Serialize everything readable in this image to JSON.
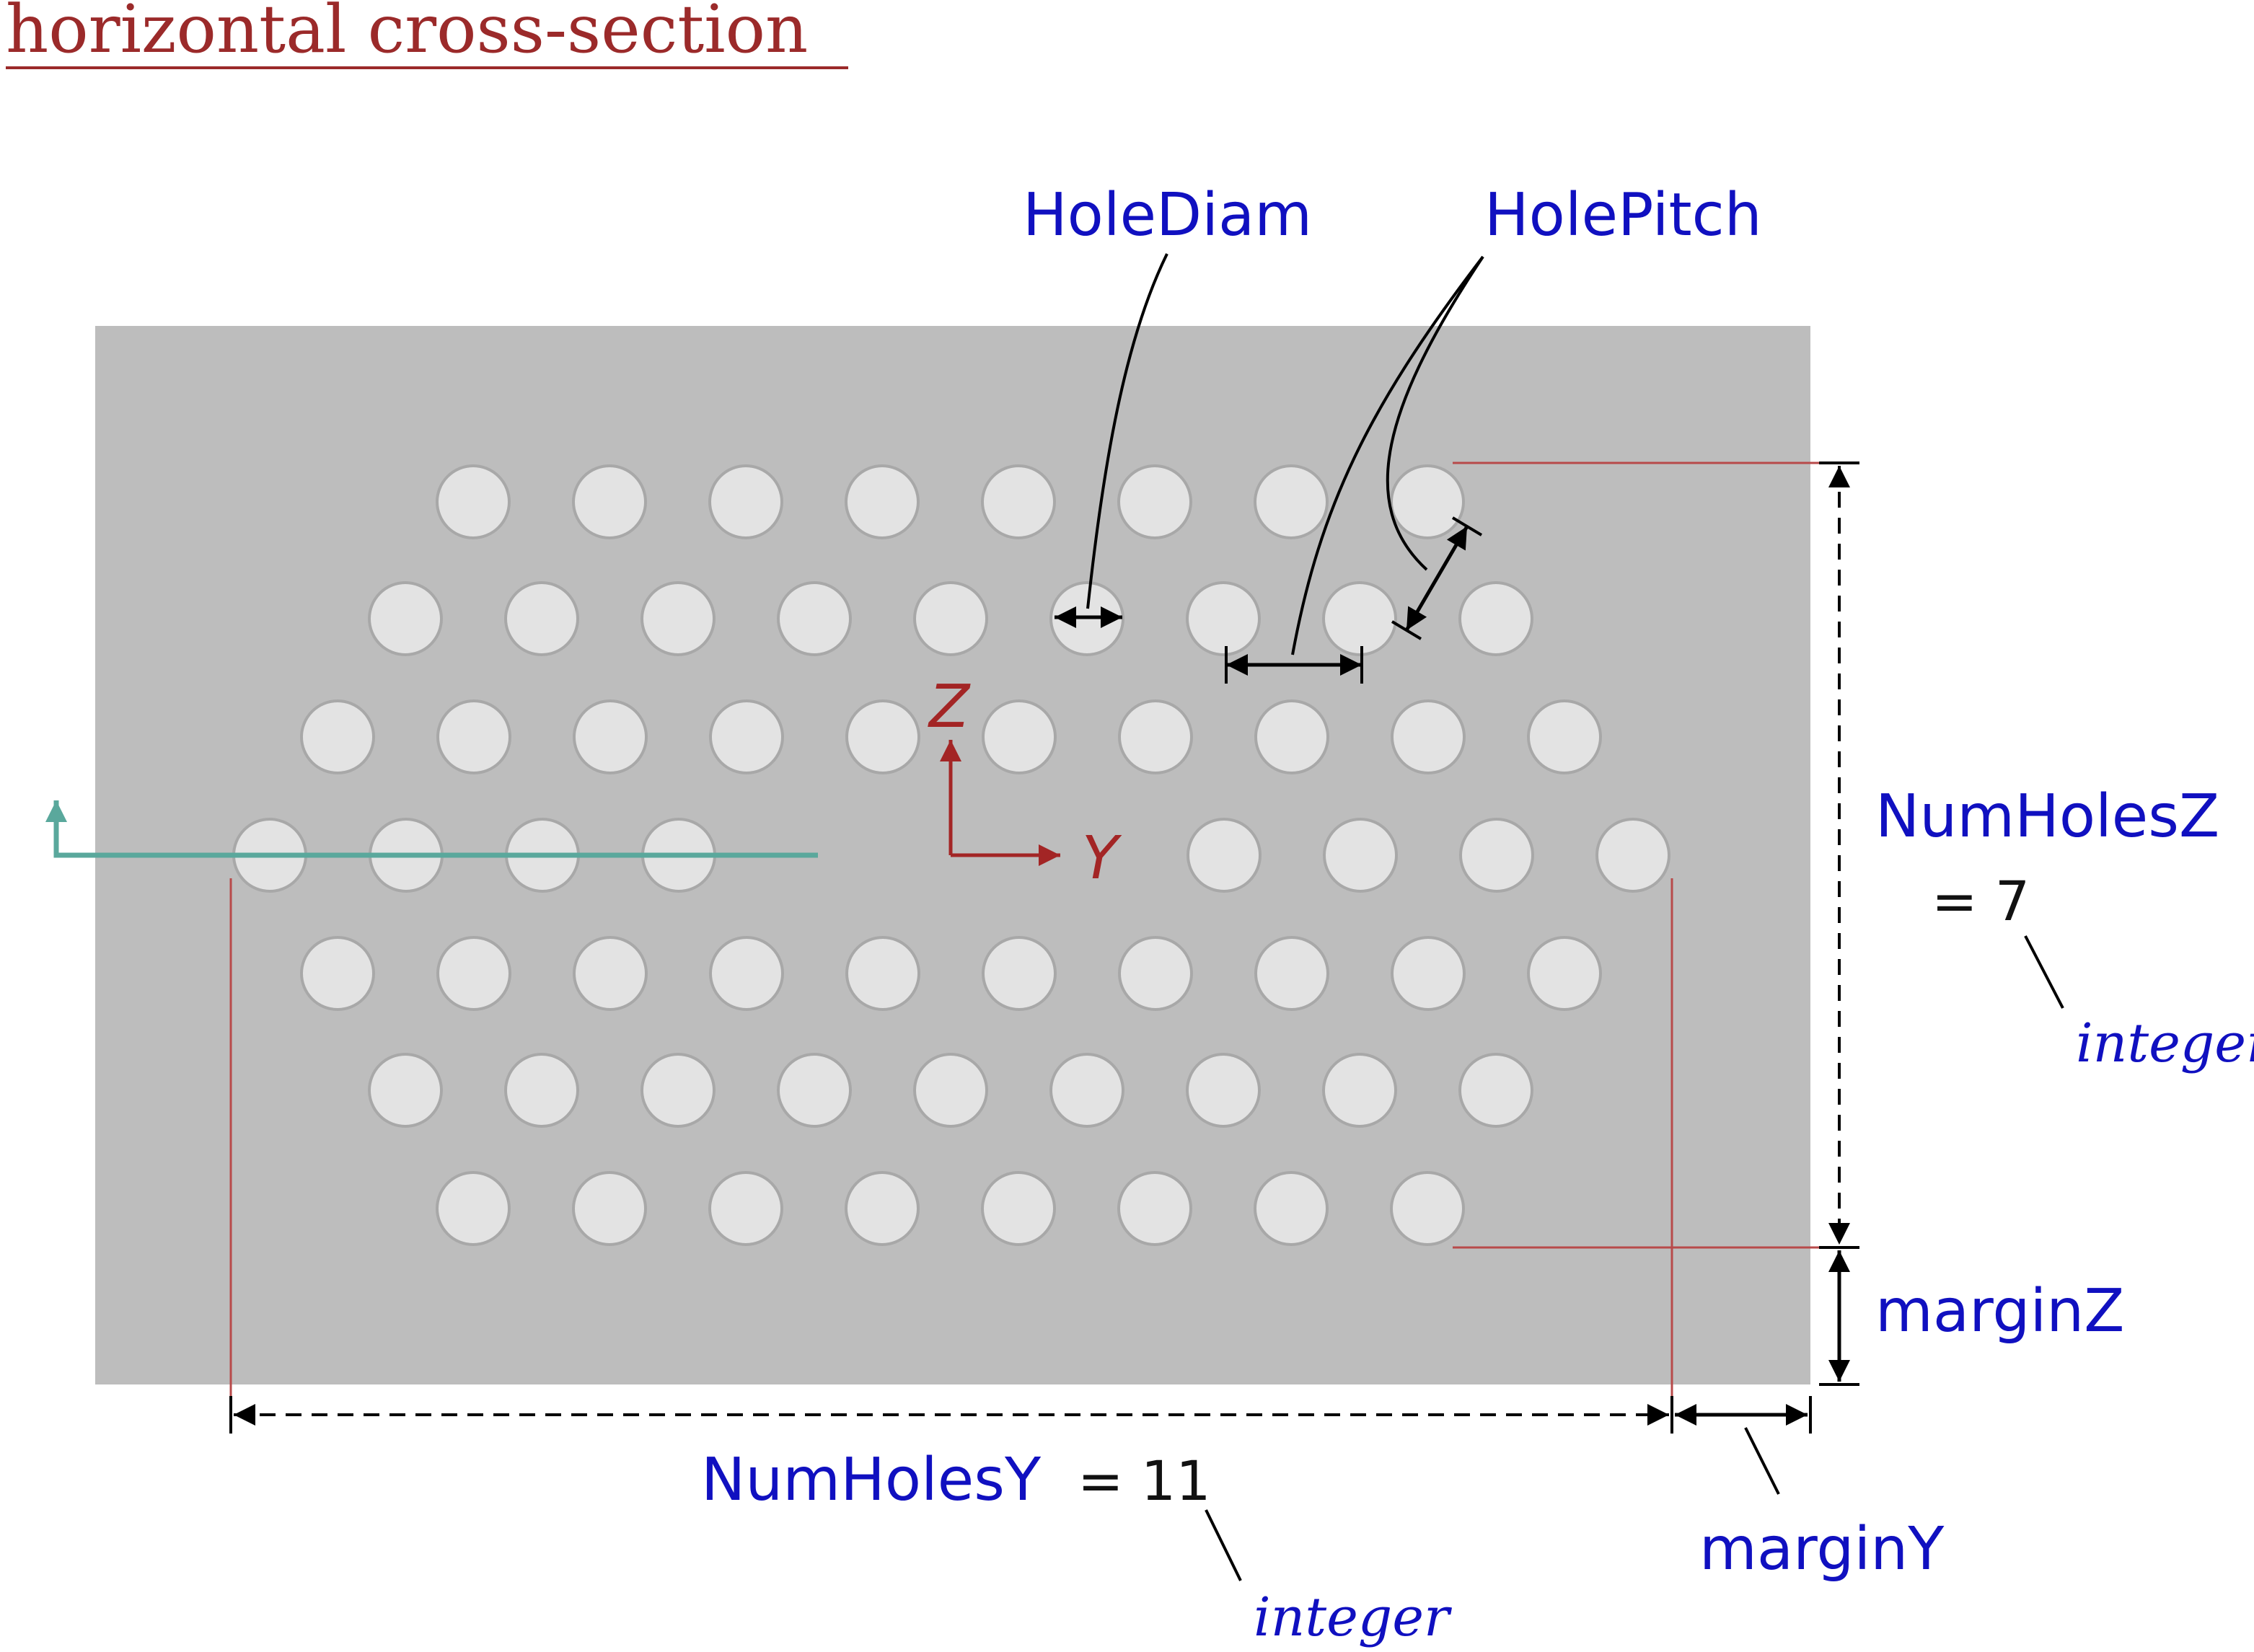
{
  "title": "horizontal cross-section",
  "labels": {
    "hole_diam": "HoleDiam",
    "hole_pitch": "HolePitch",
    "num_holes_z": "NumHolesZ",
    "num_holes_z_value": "= 7",
    "num_holes_z_type": "integer",
    "margin_z": "marginZ",
    "num_holes_y": "NumHolesY",
    "num_holes_y_value": "= 11",
    "num_holes_y_type": "integer",
    "margin_y": "marginY"
  },
  "axes": {
    "z": "Z",
    "y": "Y"
  },
  "colors": {
    "plate": "#bdbdbd",
    "hole": "#e3e3e3",
    "hole_stroke": "#a8a8a8",
    "title": "#9b2a2a",
    "parameter": "#1010c0",
    "axis": "#a32525",
    "section_arrow": "#5aa89c",
    "dimension": "#000000"
  },
  "hole_rows": [
    {
      "row": 1,
      "holes": 8
    },
    {
      "row": 2,
      "holes": 9
    },
    {
      "row": 3,
      "holes": 10
    },
    {
      "row": 4,
      "holes": 8,
      "note": "center row, 3 holes omitted"
    },
    {
      "row": 5,
      "holes": 10
    },
    {
      "row": 6,
      "holes": 9
    },
    {
      "row": 7,
      "holes": 8
    }
  ]
}
